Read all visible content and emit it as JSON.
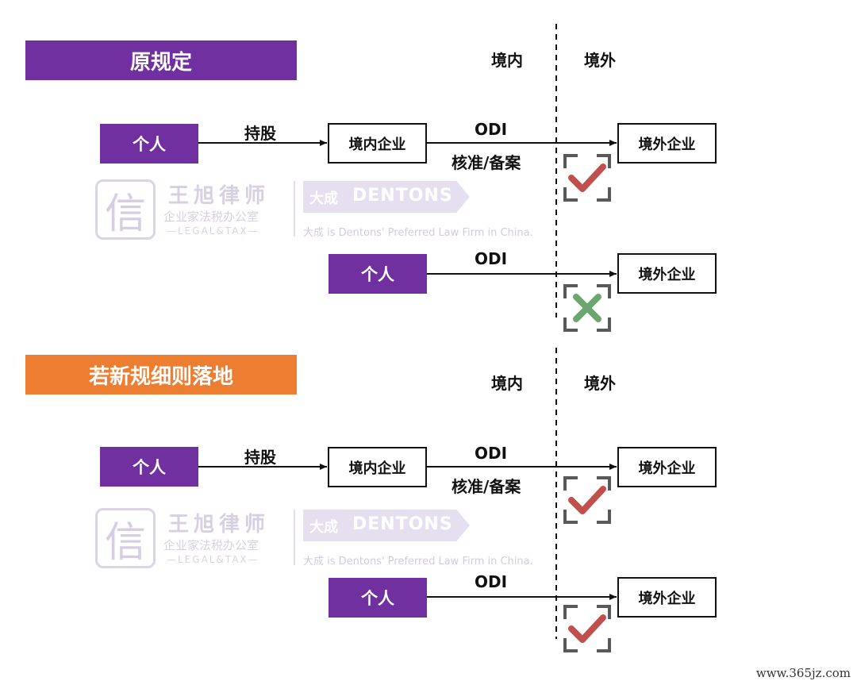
{
  "section1": {
    "title": "原规定",
    "domestic_label": "境内",
    "overseas_label": "境外",
    "row1": {
      "source": "个人",
      "edge1_label": "持股",
      "middle": "境内企业",
      "edge2_top": "ODI",
      "edge2_bottom": "核准/备案",
      "target": "境外企业",
      "status": "check"
    },
    "row2": {
      "source": "个人",
      "edge_label": "ODI",
      "target": "境外企业",
      "status": "cross"
    }
  },
  "section2": {
    "title": "若新规细则落地",
    "domestic_label": "境内",
    "overseas_label": "境外",
    "row1": {
      "source": "个人",
      "edge1_label": "持股",
      "middle": "境内企业",
      "edge2_top": "ODI",
      "edge2_bottom": "核准/备案",
      "target": "境外企业",
      "status": "check"
    },
    "row2": {
      "source": "个人",
      "edge_label": "ODI",
      "target": "境外企业",
      "status": "check"
    }
  },
  "watermark": {
    "seal_char": "信",
    "firm_name": "王旭律师",
    "firm_sub": "企业家法税办公室",
    "firm_tag": "—LEGAL&TAX—",
    "dentons_cn": "大成",
    "dentons_en": "DENTONS",
    "tagline": "大成 is Dentons' Preferred Law Firm in China."
  },
  "colors": {
    "purple": "#7030a0",
    "orange": "#ed7d31",
    "check_red": "#c0504d",
    "cross_green": "#6aa66e",
    "bracket_gray": "#595959"
  },
  "footer": {
    "url": "www.365jz.com"
  }
}
